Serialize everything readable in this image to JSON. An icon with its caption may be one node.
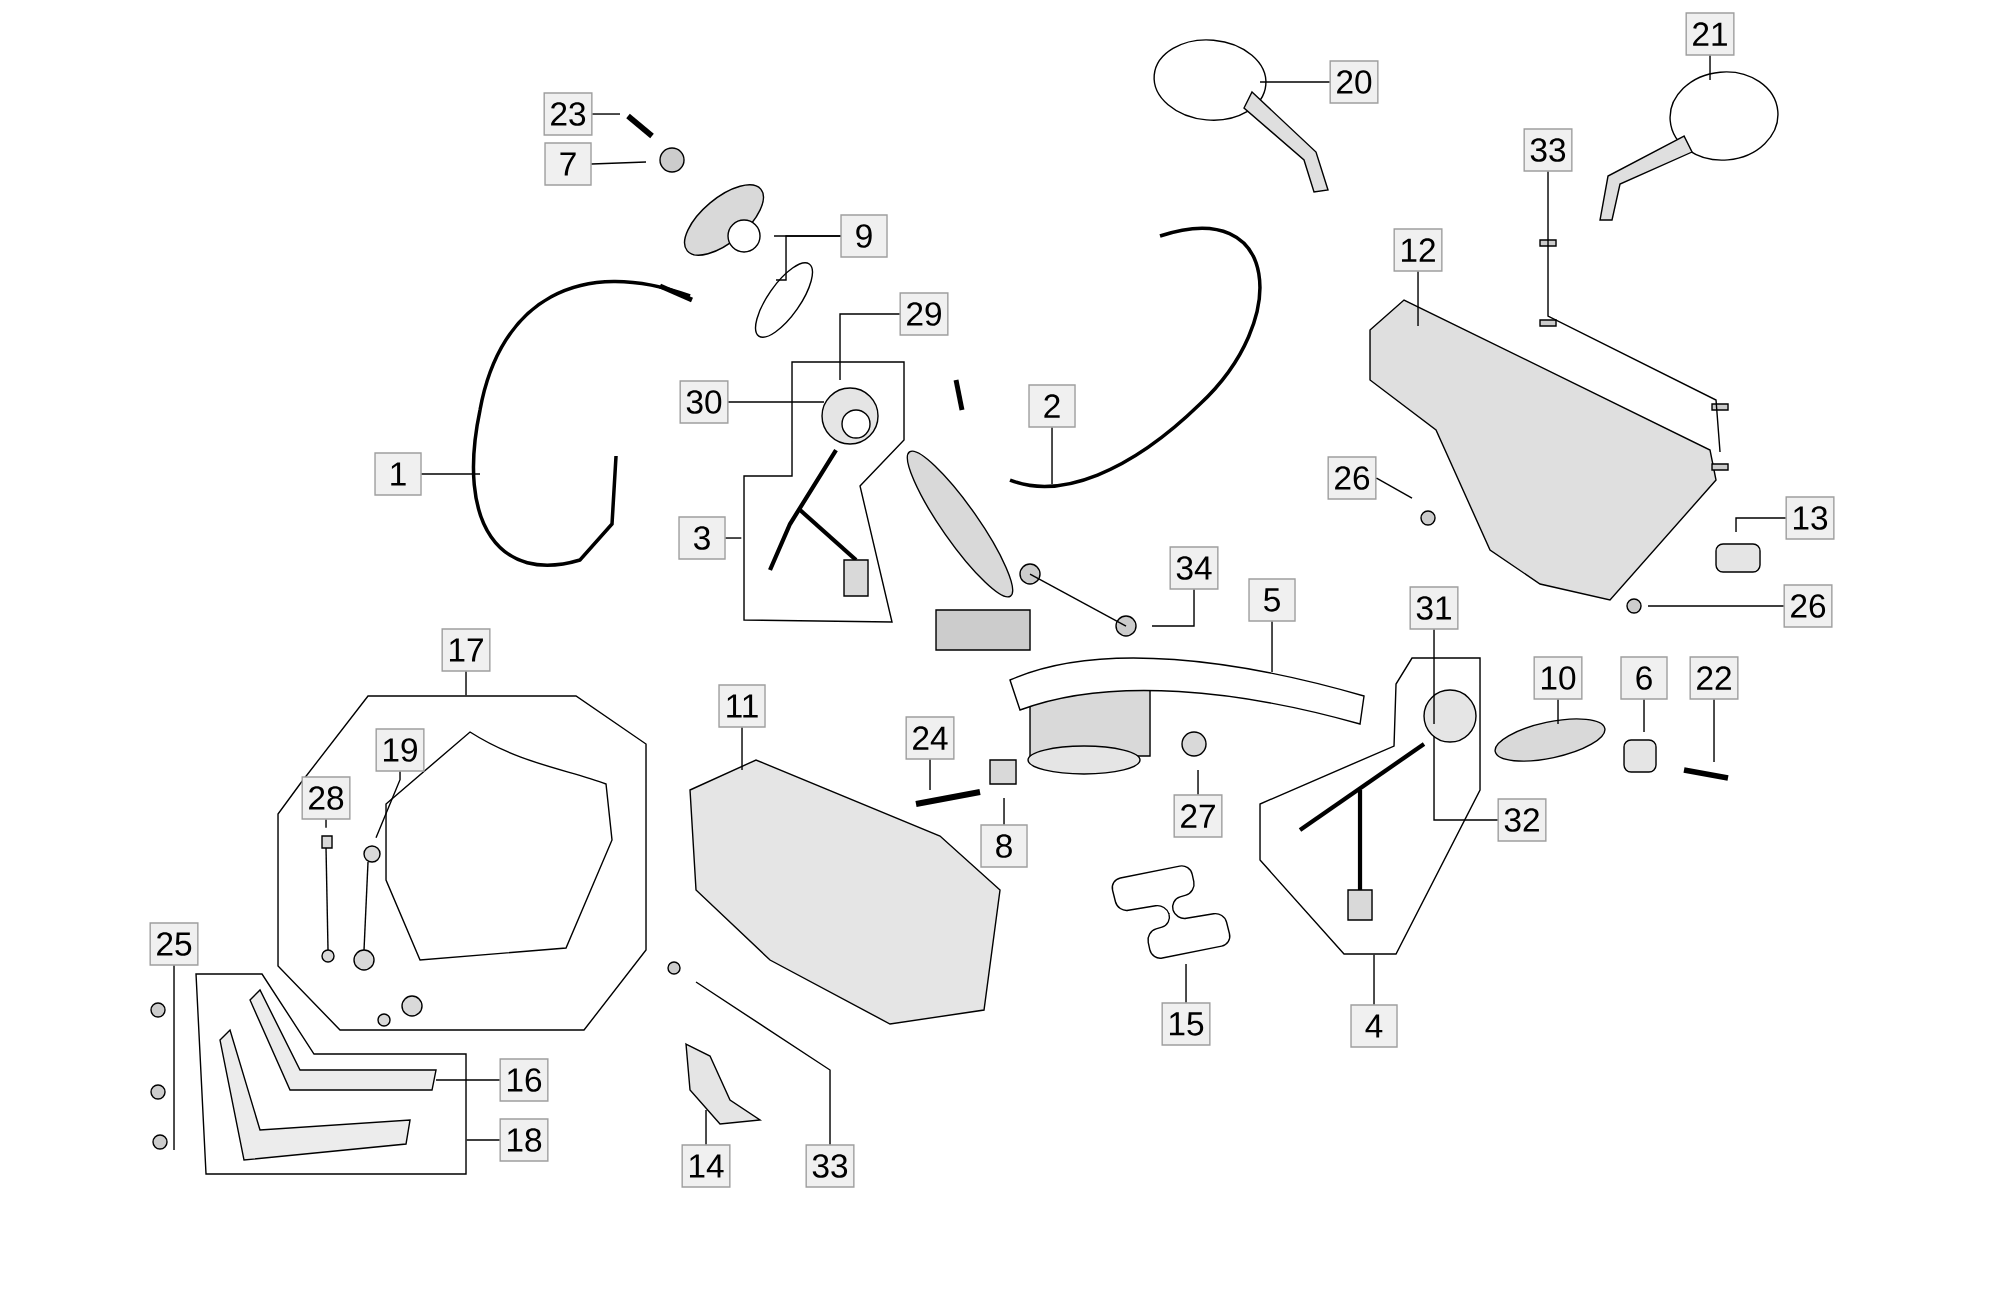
{
  "diagram": {
    "nodes": [
      {
        "text": [],
        "shape": "box"
      },
      {
        "text": [],
        "shape": "box"
      },
      {
        "text": [],
        "shape": "box"
      },
      {
        "text": [],
        "shape": "box"
      },
      {
        "text": [
          "21"
        ]
      },
      {
        "text": [
          "20"
        ]
      },
      {
        "text": [
          "23"
        ]
      },
      {
        "text": [
          "33"
        ]
      },
      {
        "text": [
          "7"
        ]
      },
      {
        "text": [
          "9"
        ]
      },
      {
        "text": [
          "12"
        ]
      },
      {
        "text": [
          "29"
        ]
      },
      {
        "text": [
          "30"
        ]
      },
      {
        "text": [
          "2"
        ]
      },
      {
        "text": [
          "1"
        ]
      },
      {
        "text": [
          "26"
        ]
      },
      {
        "text": [
          "13"
        ]
      },
      {
        "text": [
          "3"
        ]
      },
      {
        "text": [
          "34"
        ]
      },
      {
        "text": [
          "5"
        ]
      },
      {
        "text": [
          "26"
        ]
      },
      {
        "text": [
          "31"
        ]
      },
      {
        "text": [
          "17"
        ]
      },
      {
        "text": [
          "10"
        ]
      },
      {
        "text": [
          "6"
        ]
      },
      {
        "text": [
          "22"
        ]
      },
      {
        "text": [
          "11"
        ]
      },
      {
        "text": [
          "24"
        ]
      },
      {
        "text": [
          "19"
        ],
        "in": 2
      },
      {
        "text": [
          "28"
        ],
        "in": 2
      },
      {
        "text": [
          "32"
        ]
      },
      {
        "text": [
          "27"
        ]
      },
      {
        "text": [
          "8"
        ]
      },
      {
        "text": [
          "25"
        ]
      },
      {
        "text": [
          "15"
        ]
      },
      {
        "text": [
          "4"
        ]
      },
      {
        "text": [
          "16"
        ]
      },
      {
        "text": [
          "18"
        ]
      },
      {
        "text": [
          "14"
        ]
      },
      {
        "text": [
          "33"
        ]
      }
    ],
    "edges": [
      {
        "from": 4,
        "to": null,
        "arrow": "none"
      },
      {
        "from": 5,
        "to": null,
        "arrow": "none"
      },
      {
        "from": 6,
        "to": null,
        "arrow": "none"
      },
      {
        "from": 7,
        "to": null,
        "arrow": "none"
      },
      {
        "from": 8,
        "to": null,
        "arrow": "none"
      },
      {
        "from": 9,
        "to": null,
        "arrow": "none"
      },
      {
        "from": 9,
        "to": null,
        "arrow": "none"
      },
      {
        "from": 10,
        "to": null,
        "arrow": "none"
      },
      {
        "from": 11,
        "to": 0,
        "arrow": "none"
      },
      {
        "from": 12,
        "to": 0,
        "arrow": "none"
      },
      {
        "from": 13,
        "to": null,
        "arrow": "none"
      },
      {
        "from": 14,
        "to": null,
        "arrow": "none"
      },
      {
        "from": 15,
        "to": null,
        "arrow": "none"
      },
      {
        "from": 16,
        "to": null,
        "arrow": "none"
      },
      {
        "from": 17,
        "to": 0,
        "arrow": "none"
      },
      {
        "from": 18,
        "to": null,
        "arrow": "none"
      },
      {
        "from": 19,
        "to": null,
        "arrow": "none"
      },
      {
        "from": 20,
        "to": null,
        "arrow": "none"
      },
      {
        "from": 21,
        "to": 1,
        "arrow": "none"
      },
      {
        "from": 22,
        "to": 2,
        "arrow": "none"
      },
      {
        "from": 23,
        "to": null,
        "arrow": "none"
      },
      {
        "from": 24,
        "to": null,
        "arrow": "none"
      },
      {
        "from": 25,
        "to": null,
        "arrow": "none"
      },
      {
        "from": 26,
        "to": null,
        "arrow": "none"
      },
      {
        "from": 27,
        "to": null,
        "arrow": "none"
      },
      {
        "from": 28,
        "to": null,
        "arrow": "none"
      },
      {
        "from": 29,
        "to": null,
        "arrow": "none"
      },
      {
        "from": 30,
        "to": 1,
        "arrow": "none"
      },
      {
        "from": 31,
        "to": null,
        "arrow": "none"
      },
      {
        "from": 32,
        "to": null,
        "arrow": "none"
      },
      {
        "from": 33,
        "to": null,
        "arrow": "none"
      },
      {
        "from": 34,
        "to": null,
        "arrow": "none"
      },
      {
        "from": 35,
        "to": 1,
        "arrow": "none"
      },
      {
        "from": 36,
        "to": 3,
        "arrow": "none"
      },
      {
        "from": 37,
        "to": 3,
        "arrow": "none"
      },
      {
        "from": 38,
        "to": null,
        "arrow": "none"
      },
      {
        "from": 39,
        "to": null,
        "arrow": "none"
      }
    ]
  }
}
